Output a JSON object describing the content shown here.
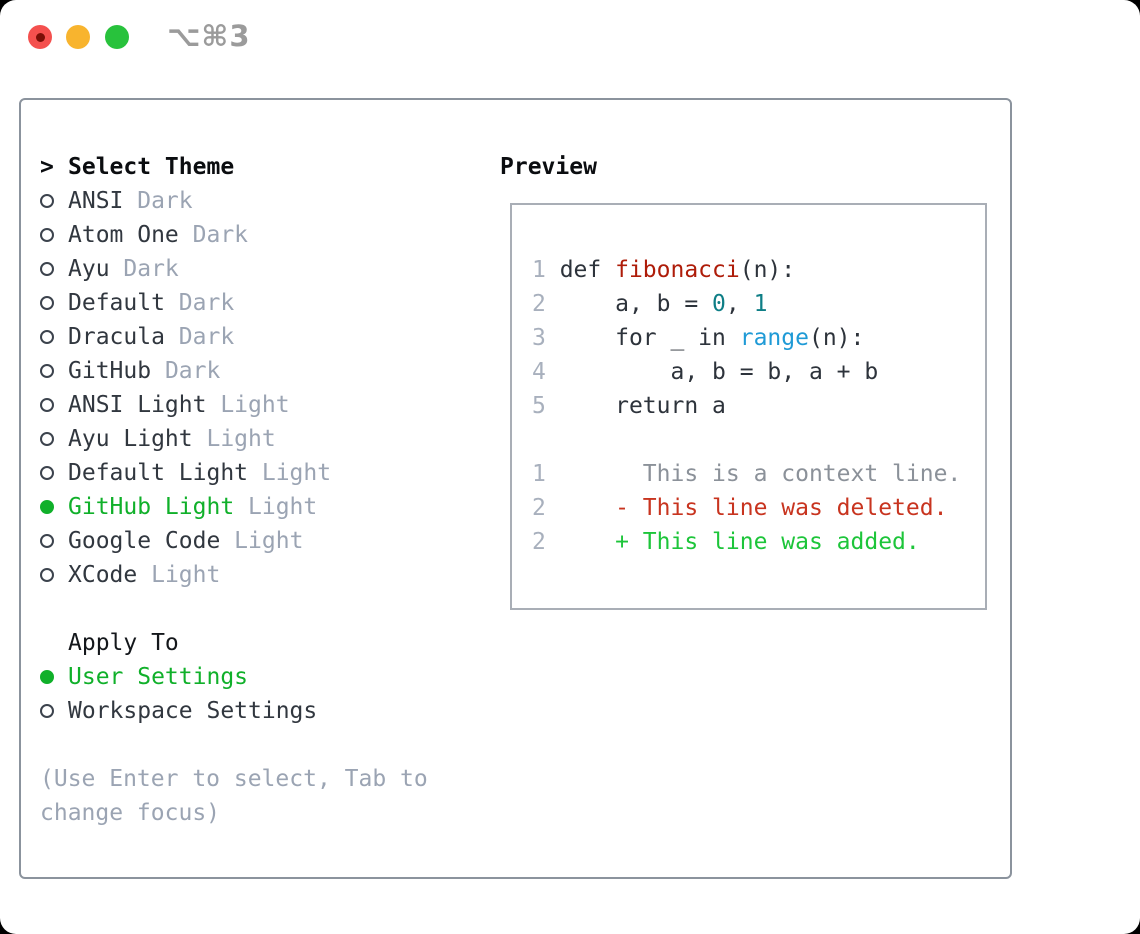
{
  "window": {
    "shortcut": "⌥⌘3"
  },
  "theme_picker": {
    "cursor": ">",
    "header": "Select Theme",
    "items": [
      {
        "name": "ANSI",
        "variant": "Dark",
        "selected": false
      },
      {
        "name": "Atom One",
        "variant": "Dark",
        "selected": false
      },
      {
        "name": "Ayu",
        "variant": "Dark",
        "selected": false
      },
      {
        "name": "Default",
        "variant": "Dark",
        "selected": false
      },
      {
        "name": "Dracula",
        "variant": "Dark",
        "selected": false
      },
      {
        "name": "GitHub",
        "variant": "Dark",
        "selected": false
      },
      {
        "name": "ANSI Light",
        "variant": "Light",
        "selected": false
      },
      {
        "name": "Ayu Light",
        "variant": "Light",
        "selected": false
      },
      {
        "name": "Default Light",
        "variant": "Light",
        "selected": false
      },
      {
        "name": "GitHub Light",
        "variant": "Light",
        "selected": true
      },
      {
        "name": "Google Code",
        "variant": "Light",
        "selected": false
      },
      {
        "name": "XCode",
        "variant": "Light",
        "selected": false
      }
    ],
    "apply_to": {
      "header": "Apply To",
      "options": [
        {
          "name": "User Settings",
          "selected": true
        },
        {
          "name": "Workspace Settings",
          "selected": false
        }
      ]
    },
    "help_lines": [
      "(Use Enter to select, Tab to",
      "change focus)"
    ]
  },
  "preview": {
    "header": "Preview",
    "lines": [
      {
        "number": "1",
        "segments": [
          {
            "text": "def ",
            "style": "code"
          },
          {
            "text": "fibonacci",
            "style": "func"
          },
          {
            "text": "(n):",
            "style": "code"
          }
        ]
      },
      {
        "number": "2",
        "segments": [
          {
            "text": "    a, b = ",
            "style": "code"
          },
          {
            "text": "0",
            "style": "number"
          },
          {
            "text": ", ",
            "style": "code"
          },
          {
            "text": "1",
            "style": "number"
          }
        ]
      },
      {
        "number": "3",
        "segments": [
          {
            "text": "    for _ in ",
            "style": "code"
          },
          {
            "text": "range",
            "style": "builtin"
          },
          {
            "text": "(n):",
            "style": "code"
          }
        ]
      },
      {
        "number": "4",
        "segments": [
          {
            "text": "        a, b = b, a + b",
            "style": "code"
          }
        ]
      },
      {
        "number": "5",
        "segments": [
          {
            "text": "    return a",
            "style": "code"
          }
        ]
      },
      {
        "number": "",
        "segments": []
      },
      {
        "number": "1",
        "segments": [
          {
            "text": "      This is a context line.",
            "style": "context"
          }
        ]
      },
      {
        "number": "2",
        "segments": [
          {
            "text": "    - This line was deleted.",
            "style": "deleted"
          }
        ]
      },
      {
        "number": "2",
        "segments": [
          {
            "text": "    + This line was added.",
            "style": "added"
          }
        ]
      }
    ]
  },
  "colors": {
    "selected_green": "#10b02a",
    "added_green": "#1dc53a",
    "deleted_red": "#c8341f",
    "function_red": "#ae1c09",
    "number_teal": "#0e7e86",
    "builtin_blue": "#1f9ad6",
    "muted_gray": "#9ba4b3",
    "text_dark": "#2d333b",
    "traffic_red": "#f4504e",
    "traffic_yellow": "#f8b42e",
    "traffic_green": "#28c23c"
  }
}
